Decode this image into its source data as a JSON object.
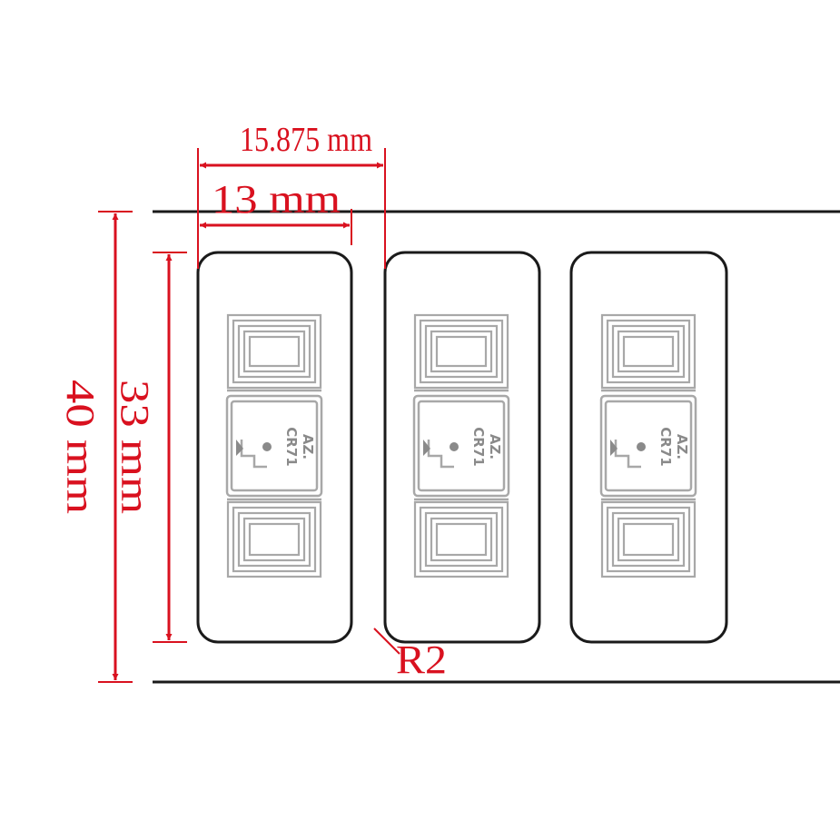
{
  "dimensions": {
    "pitch": "15.875 mm",
    "label_width": "13 mm",
    "label_height": "33 mm",
    "liner_width": "40 mm",
    "corner_radius": "R2"
  },
  "inlay": {
    "chip_text_1": "AZ.",
    "chip_text_2": "CR71"
  },
  "colors": {
    "dimension": "#d9111f",
    "outline": "#1a1a1a",
    "antenna": "#a8a8a8"
  },
  "label_count": 3
}
